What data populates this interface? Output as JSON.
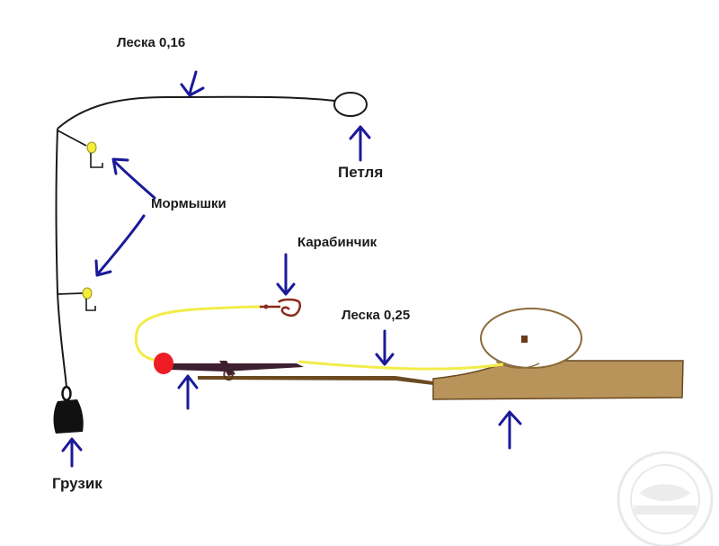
{
  "labels": {
    "line_016": "Леска 0,16",
    "loop": "Петля",
    "jigs": "Мормышки",
    "carabiner": "Карабинчик",
    "line_025": "Леска 0,25",
    "sinker": "Грузик"
  },
  "colors": {
    "background": "#ffffff",
    "arrow": "#1a1a99",
    "fishing_line_thin": "#1a1a1a",
    "fishing_line_thick": "#f2ec4a",
    "jig": "#f4ee3a",
    "sinker": "#111111",
    "reel": "#8b6b3a",
    "rod_handle": "#b8935a",
    "rod_blank": "#3d1f2f",
    "float": "#ee1c24"
  }
}
